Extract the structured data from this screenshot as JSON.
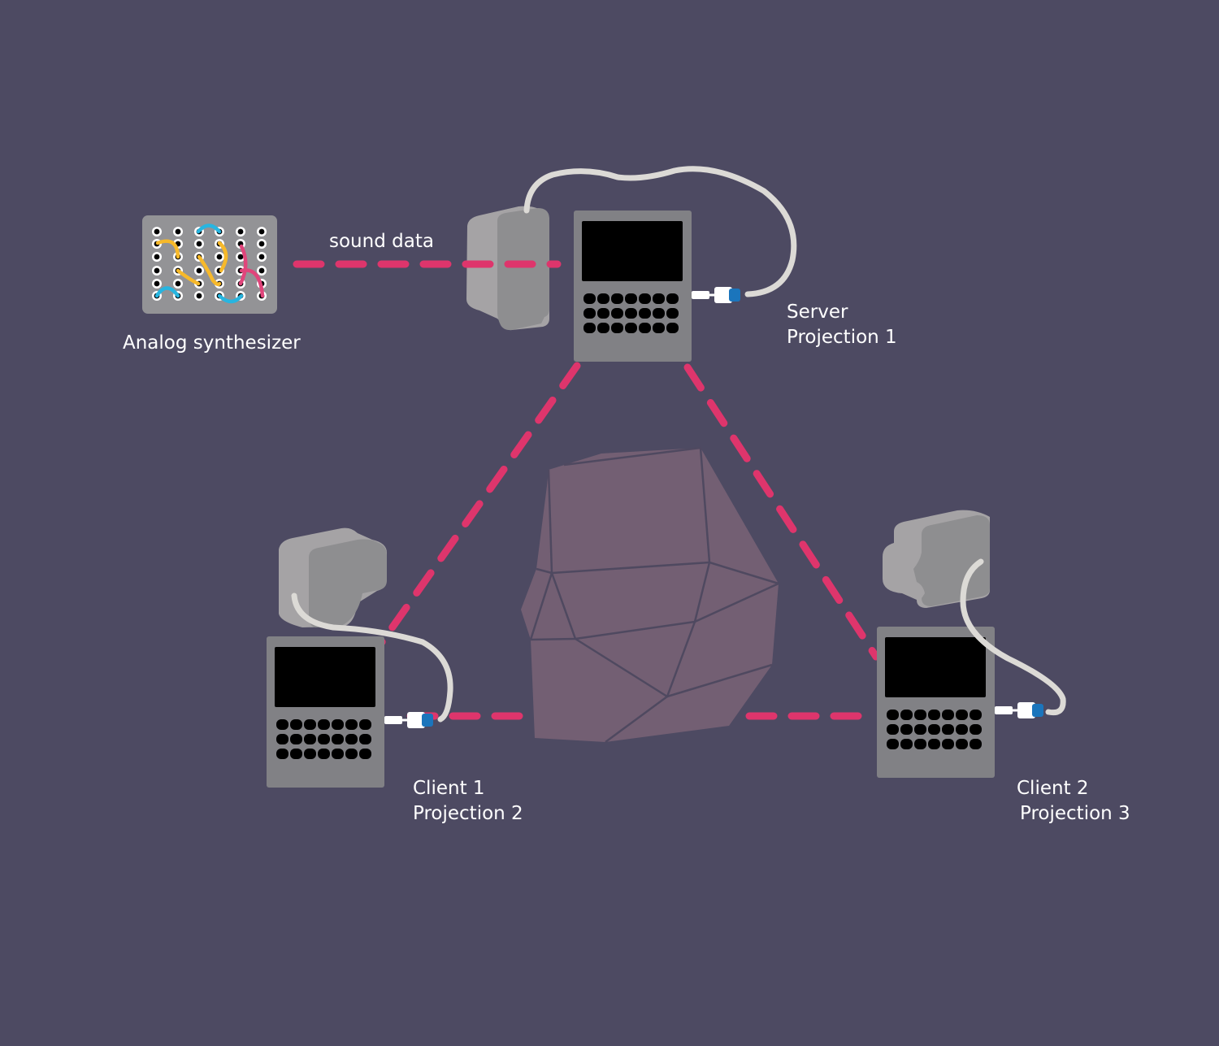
{
  "diagram": {
    "labels": {
      "synth": "Analog synthesizer",
      "sound_data": "sound data",
      "server_line1": "Server",
      "server_line2": "Projection 1",
      "client1_line1": "Client 1",
      "client1_line2": "Projection 2",
      "client2_line1": "Client 2",
      "client2_line2": "Projection 3"
    },
    "nodes": [
      {
        "id": "synth",
        "type": "analog-synthesizer"
      },
      {
        "id": "server",
        "type": "computer",
        "role": "Server",
        "projection": 1
      },
      {
        "id": "client1",
        "type": "computer",
        "role": "Client 1",
        "projection": 2
      },
      {
        "id": "client2",
        "type": "computer",
        "role": "Client 2",
        "projection": 3
      },
      {
        "id": "sculpture",
        "type": "polygonal-sculpture"
      }
    ],
    "links": [
      {
        "from": "synth",
        "to": "server",
        "label": "sound data",
        "style": "dashed"
      },
      {
        "from": "server",
        "to": "client1",
        "style": "dashed"
      },
      {
        "from": "server",
        "to": "client2",
        "style": "dashed"
      },
      {
        "from": "client1",
        "to": "client2",
        "style": "dashed"
      }
    ],
    "colors": {
      "background": "#4d4a62",
      "link": "#de356c",
      "device": "#818185",
      "projector": "#8e8e90",
      "sculpture": "#735f73",
      "cable": "#dcdad6",
      "connector_tip": "#1b75bc",
      "patch_yellow": "#f7b92a",
      "patch_cyan": "#27b5e0",
      "patch_pink": "#e0457b"
    }
  }
}
